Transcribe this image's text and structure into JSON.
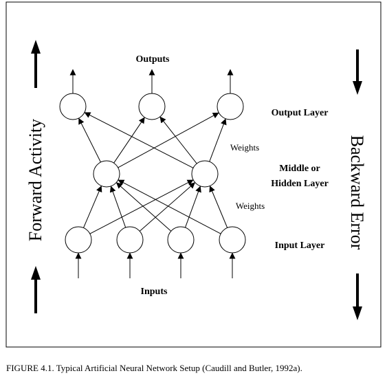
{
  "figure": {
    "outputs_label": "Outputs",
    "inputs_label": "Inputs",
    "output_layer_label": "Output Layer",
    "hidden_layer_label_line1": "Middle or",
    "hidden_layer_label_line2": "Hidden Layer",
    "input_layer_label": "Input Layer",
    "weights_upper_label": "Weights",
    "weights_lower_label": "Weights",
    "forward_label": "Forward Activity",
    "backward_label": "Backward Error",
    "caption": "FIGURE 4.1. Typical Artificial Neural Network Setup (Caudill and Butler, 1992a)."
  },
  "network": {
    "input_nodes": 4,
    "hidden_nodes": 2,
    "output_nodes": 3
  }
}
